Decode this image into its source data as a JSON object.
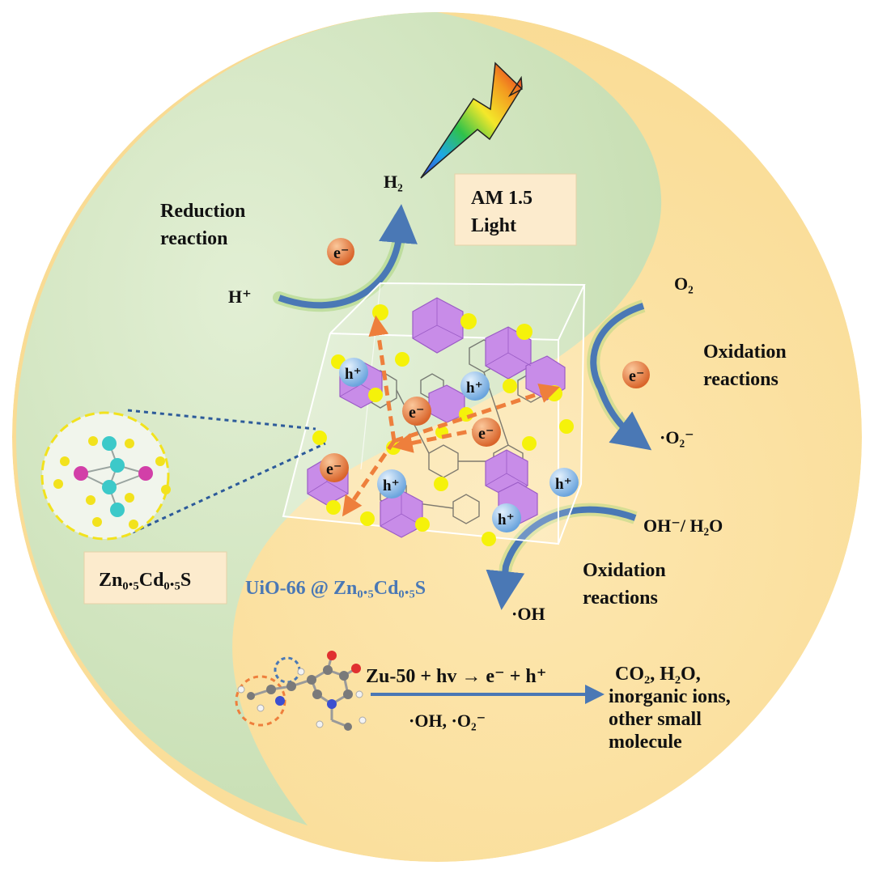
{
  "light_box": {
    "line1": "AM 1.5",
    "line2": "Light"
  },
  "labels": {
    "h2": "H₂",
    "reduction_line1": "Reduction",
    "reduction_line2": "reaction",
    "h_plus": "H⁺",
    "o2": "O₂",
    "oxidation_top_line1": "Oxidation",
    "oxidation_top_line2": "reactions",
    "superoxide": "·O₂⁻",
    "oh_h2o": "OH⁻/ H₂O",
    "oxidation_mid_line1": "Oxidation",
    "oxidation_mid_line2": "reactions",
    "hydroxyl": "·OH",
    "composite": "UiO-66 @ Zn₀.₅Cd₀.₅S",
    "zncds": "Zn₀.₅Cd₀.₅S"
  },
  "degradation": {
    "equation": "Zu-50 + hv → e⁻ + h⁺",
    "radicals": "·OH, ·O₂⁻",
    "products": [
      "CO₂, H₂O,",
      "inorganic ions,",
      "other small",
      "molecule"
    ]
  },
  "carriers": {
    "electron": "e⁻",
    "hole": "h⁺"
  },
  "colors": {
    "green_region": "#d4e6c1",
    "yellow_region": "#fbe3a6",
    "arrow_blue": "#4a78b5",
    "transfer_orange": "#ee7f3c",
    "electron_orange": "#e0733a",
    "hole_blue": "#7fb2e5",
    "yellow_particle": "#f5f20a",
    "mof_purple": "#c88ce8",
    "label_box": "#fcebcd"
  }
}
